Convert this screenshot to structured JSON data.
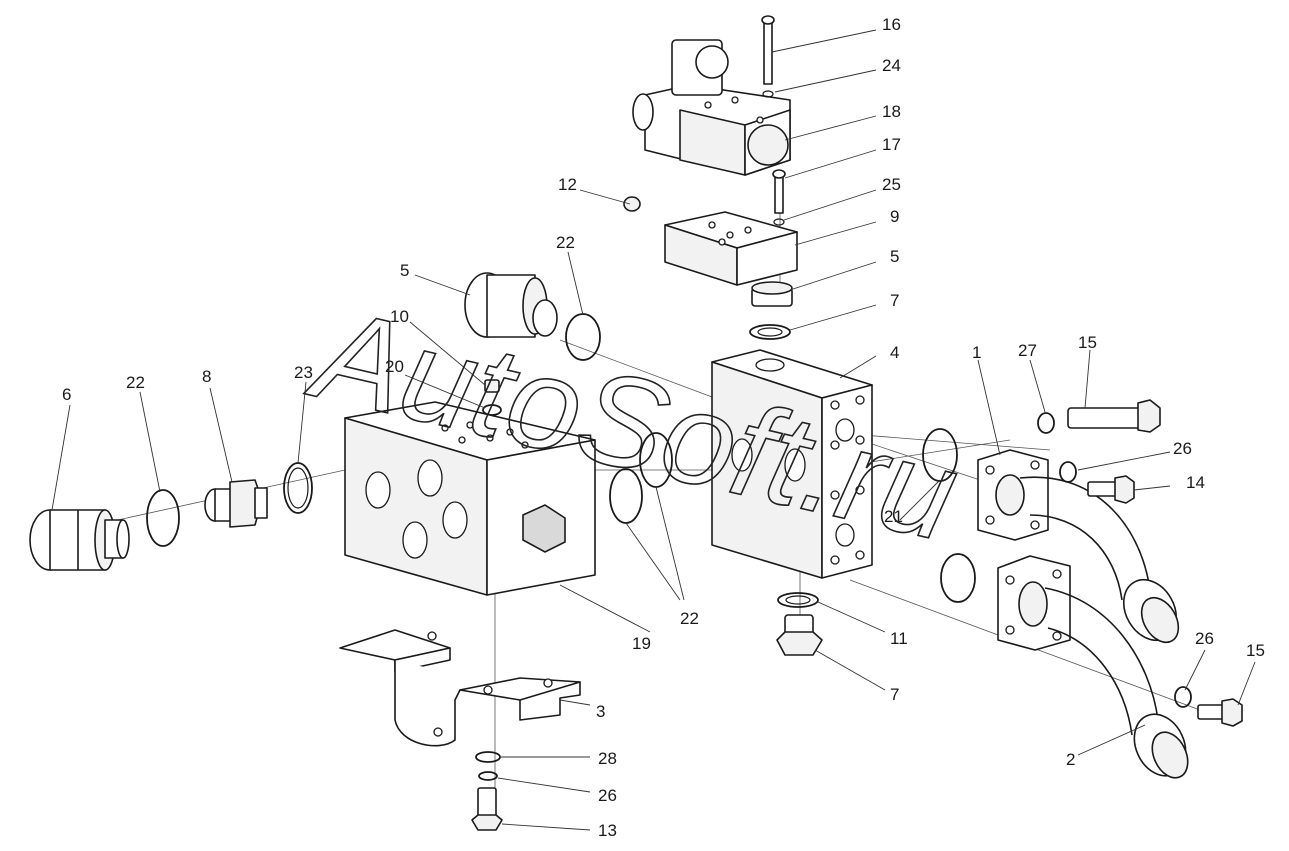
{
  "watermark": {
    "text": "AutoSoft.ru"
  },
  "callouts": [
    {
      "id": "c16",
      "text": "16"
    },
    {
      "id": "c24",
      "text": "24"
    },
    {
      "id": "c18",
      "text": "18"
    },
    {
      "id": "c17",
      "text": "17"
    },
    {
      "id": "c12",
      "text": "12"
    },
    {
      "id": "c25",
      "text": "25"
    },
    {
      "id": "c9",
      "text": "9"
    },
    {
      "id": "c22a",
      "text": "22"
    },
    {
      "id": "c5a",
      "text": "5"
    },
    {
      "id": "c5b",
      "text": "5"
    },
    {
      "id": "c10",
      "text": "10"
    },
    {
      "id": "c7a",
      "text": "7"
    },
    {
      "id": "c4",
      "text": "4"
    },
    {
      "id": "c1",
      "text": "1"
    },
    {
      "id": "c27",
      "text": "27"
    },
    {
      "id": "c15a",
      "text": "15"
    },
    {
      "id": "c6",
      "text": "6"
    },
    {
      "id": "c22b",
      "text": "22"
    },
    {
      "id": "c8",
      "text": "8"
    },
    {
      "id": "c23",
      "text": "23"
    },
    {
      "id": "c20",
      "text": "20"
    },
    {
      "id": "c26a",
      "text": "26"
    },
    {
      "id": "c14",
      "text": "14"
    },
    {
      "id": "c21",
      "text": "21"
    },
    {
      "id": "c22c",
      "text": "22"
    },
    {
      "id": "c19",
      "text": "19"
    },
    {
      "id": "c11",
      "text": "11"
    },
    {
      "id": "c7b",
      "text": "7"
    },
    {
      "id": "c26b",
      "text": "26"
    },
    {
      "id": "c15b",
      "text": "15"
    },
    {
      "id": "c3",
      "text": "3"
    },
    {
      "id": "c28",
      "text": "28"
    },
    {
      "id": "c26c",
      "text": "26"
    },
    {
      "id": "c13",
      "text": "13"
    },
    {
      "id": "c2",
      "text": "2"
    }
  ]
}
